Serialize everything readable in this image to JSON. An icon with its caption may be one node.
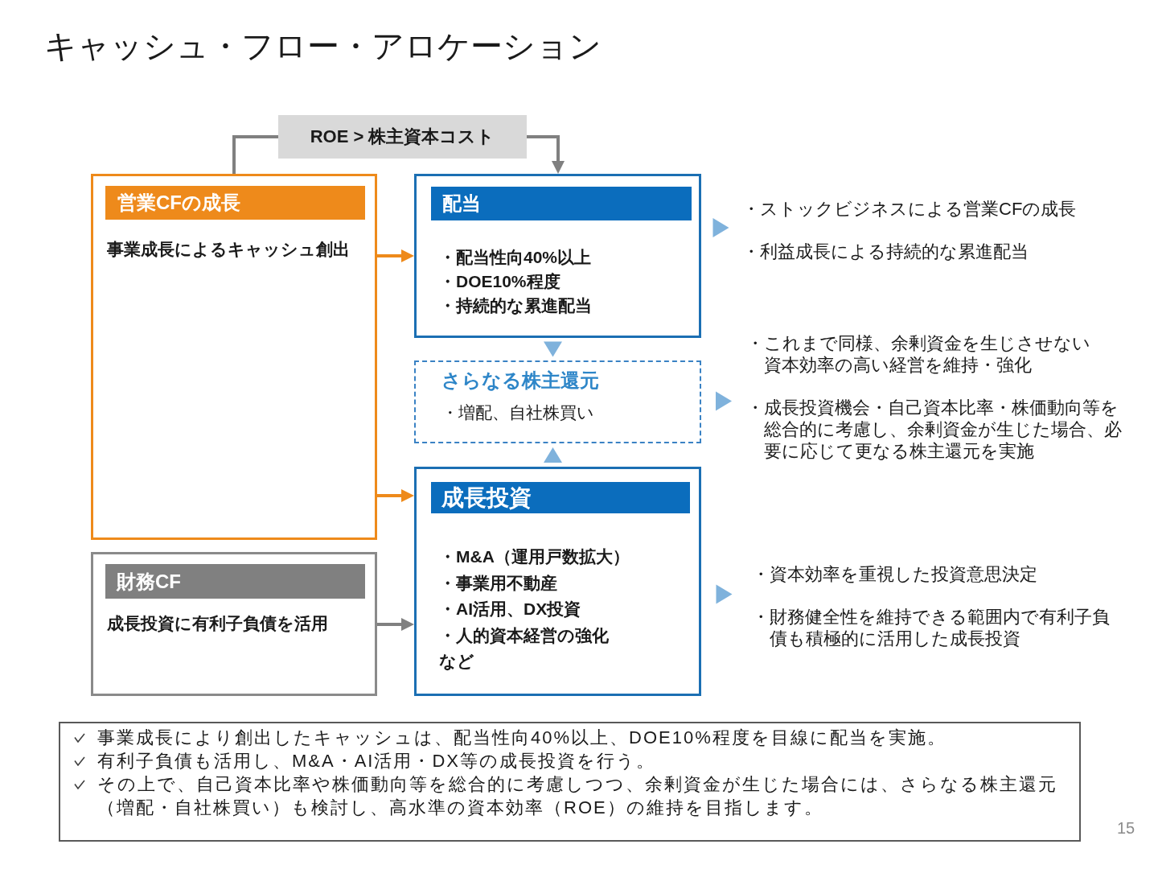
{
  "diagram": {
    "title": "キャッシュ・フロー・アロケーション",
    "nodes": [
      {
        "text": [
          "ROE > 株主資本コスト"
        ]
      },
      {
        "text": [
          "営業CFの成長",
          "事業成長によるキャッシュ創出"
        ]
      },
      {
        "text": [
          "配当",
          "・配当性向40%以上",
          "・DOE10%程度",
          "・持続的な累進配当"
        ]
      },
      {
        "text": [
          "さらなる株主還元",
          "・増配、自社株買い"
        ]
      },
      {
        "text": [
          "成長投資",
          "・M&A（運用戸数拡大）",
          "・事業用不動産",
          "・AI活用、DX投資",
          "・人的資本経営の強化",
          "など"
        ]
      },
      {
        "text": [
          "財務CF",
          "成長投資に有利子負債を活用"
        ]
      },
      {
        "text": [
          "・ストックビジネスによる営業CFの成長",
          "・利益成長による持続的な累進配当"
        ]
      },
      {
        "text": [
          "・これまで同様、余剰資金を生じさせない資本効率の高い経営を維持・強化",
          "・成長投資機会・自己資本比率・株価動向等を総合的に考慮し、余剰資金が生じた場合、必要に応じて更なる株主還元を実施"
        ]
      },
      {
        "text": [
          "・資本効率を重視した投資意思決定",
          "・財務健全性を維持できる範囲内で有利子負債も積極的に活用した成長投資"
        ]
      },
      {
        "text": [
          "事業成長により創出したキャッシュは、配当性向40%以上、DOE10%程度を目線に配当を実施。",
          "有利子負債も活用し、M&A・AI活用・DX等の成長投資を行う。",
          "その上で、自己資本比率や株価動向等を総合的に考慮しつつ、余剰資金が生じた場合には、さらなる株主還元（増配・自社株買い）も検討し、高水準の資本効率（ROE）の維持を目指します。"
        ]
      }
    ],
    "edges": [
      {
        "from": 1,
        "to": 0,
        "arrow": "none",
        "color": "#808080"
      },
      {
        "from": 0,
        "to": 2,
        "arrow": "to",
        "color": "#808080"
      },
      {
        "from": 1,
        "to": 2,
        "arrow": "to",
        "color": "#ee8a1b"
      },
      {
        "from": 1,
        "to": 4,
        "arrow": "to",
        "color": "#ee8a1b"
      },
      {
        "from": 5,
        "to": 4,
        "arrow": "to",
        "color": "#808080"
      },
      {
        "from": 2,
        "to": 3,
        "arrow": "to"
      },
      {
        "from": 4,
        "to": 3,
        "arrow": "to"
      },
      {
        "from": 2,
        "to": 6,
        "arrow": "to"
      },
      {
        "from": 3,
        "to": 7,
        "arrow": "to"
      },
      {
        "from": 4,
        "to": 8,
        "arrow": "to"
      }
    ],
    "labels": [
      "15"
    ]
  }
}
